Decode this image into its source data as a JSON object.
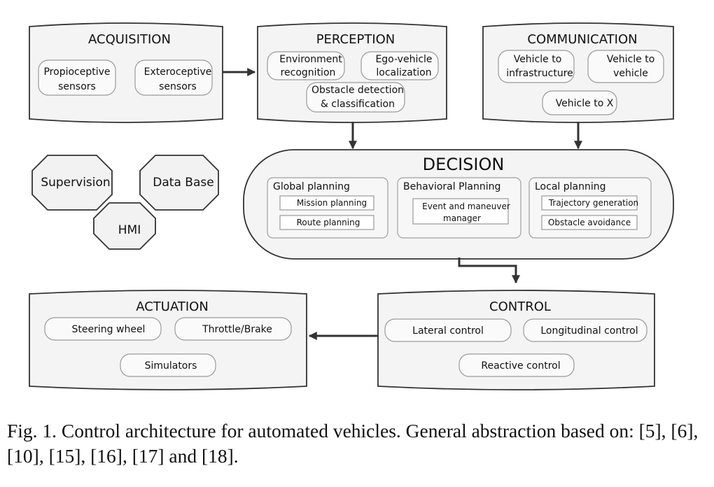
{
  "acquisition": {
    "title": "ACQUISITION",
    "items": [
      {
        "line1": "Propioceptive",
        "line2": "sensors"
      },
      {
        "line1": "Exteroceptive",
        "line2": "sensors"
      }
    ]
  },
  "perception": {
    "title": "PERCEPTION",
    "items": [
      {
        "line1": "Environment",
        "line2": "recognition"
      },
      {
        "line1": "Ego-vehicle",
        "line2": "localization"
      },
      {
        "line1": "Obstacle detection",
        "line2": "& classification"
      }
    ]
  },
  "communication": {
    "title": "COMMUNICATION",
    "items": [
      {
        "line1": "Vehicle to",
        "line2": "infrastructure"
      },
      {
        "line1": "Vehicle to",
        "line2": "vehicle"
      },
      {
        "line1": "Vehicle to X"
      }
    ]
  },
  "side_modules": {
    "supervision": "Supervision",
    "database": "Data Base",
    "hmi": "HMI"
  },
  "decision": {
    "title": "DECISION",
    "global": {
      "title": "Global planning",
      "items": [
        "Mission planning",
        "Route planning"
      ]
    },
    "behavioral": {
      "title": "Behavioral Planning",
      "item_line1": "Event and maneuver",
      "item_line2": "manager"
    },
    "local": {
      "title": "Local planning",
      "items": [
        "Trajectory generation",
        "Obstacle avoidance"
      ]
    }
  },
  "actuation": {
    "title": "ACTUATION",
    "items": [
      "Steering wheel",
      "Throttle/Brake",
      "Simulators"
    ]
  },
  "control": {
    "title": "CONTROL",
    "items": [
      "Lateral control",
      "Longitudinal control",
      "Reactive control"
    ]
  },
  "caption": "Fig. 1.  Control architecture for automated vehicles. General abstraction based on: [5], [6], [10], [15], [16], [17] and [18]."
}
